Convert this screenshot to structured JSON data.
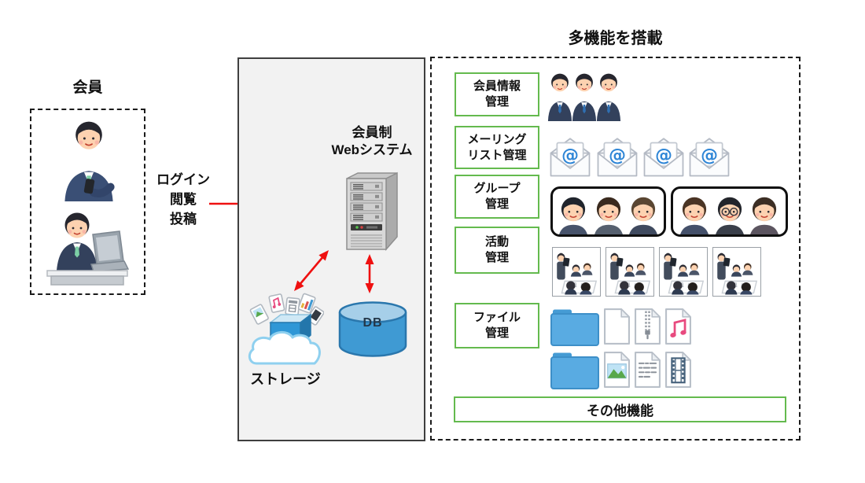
{
  "diagram": {
    "members": {
      "title": "会員"
    },
    "flow": {
      "label": "ログイン\n閲覧\n投稿"
    },
    "system": {
      "title": "会員制\nWebシステム",
      "storage_label": "ストレージ",
      "db_label": "DB"
    },
    "features": {
      "title": "多機能を搭載",
      "items": [
        {
          "id": "member-info",
          "label": "会員情報\n管理"
        },
        {
          "id": "mailing-list",
          "label": "メーリング\nリスト管理"
        },
        {
          "id": "group",
          "label": "グループ\n管理"
        },
        {
          "id": "activity",
          "label": "活動\n管理"
        },
        {
          "id": "file",
          "label": "ファイル\n管理"
        }
      ],
      "other_label": "その他機能"
    },
    "colors": {
      "feature_green": "#64ba4e",
      "arrow_red": "#ef1010",
      "db_blue": "#3f9ad3",
      "folder_blue": "#59abe2",
      "system_box_gray": "#f2f2f2"
    }
  }
}
